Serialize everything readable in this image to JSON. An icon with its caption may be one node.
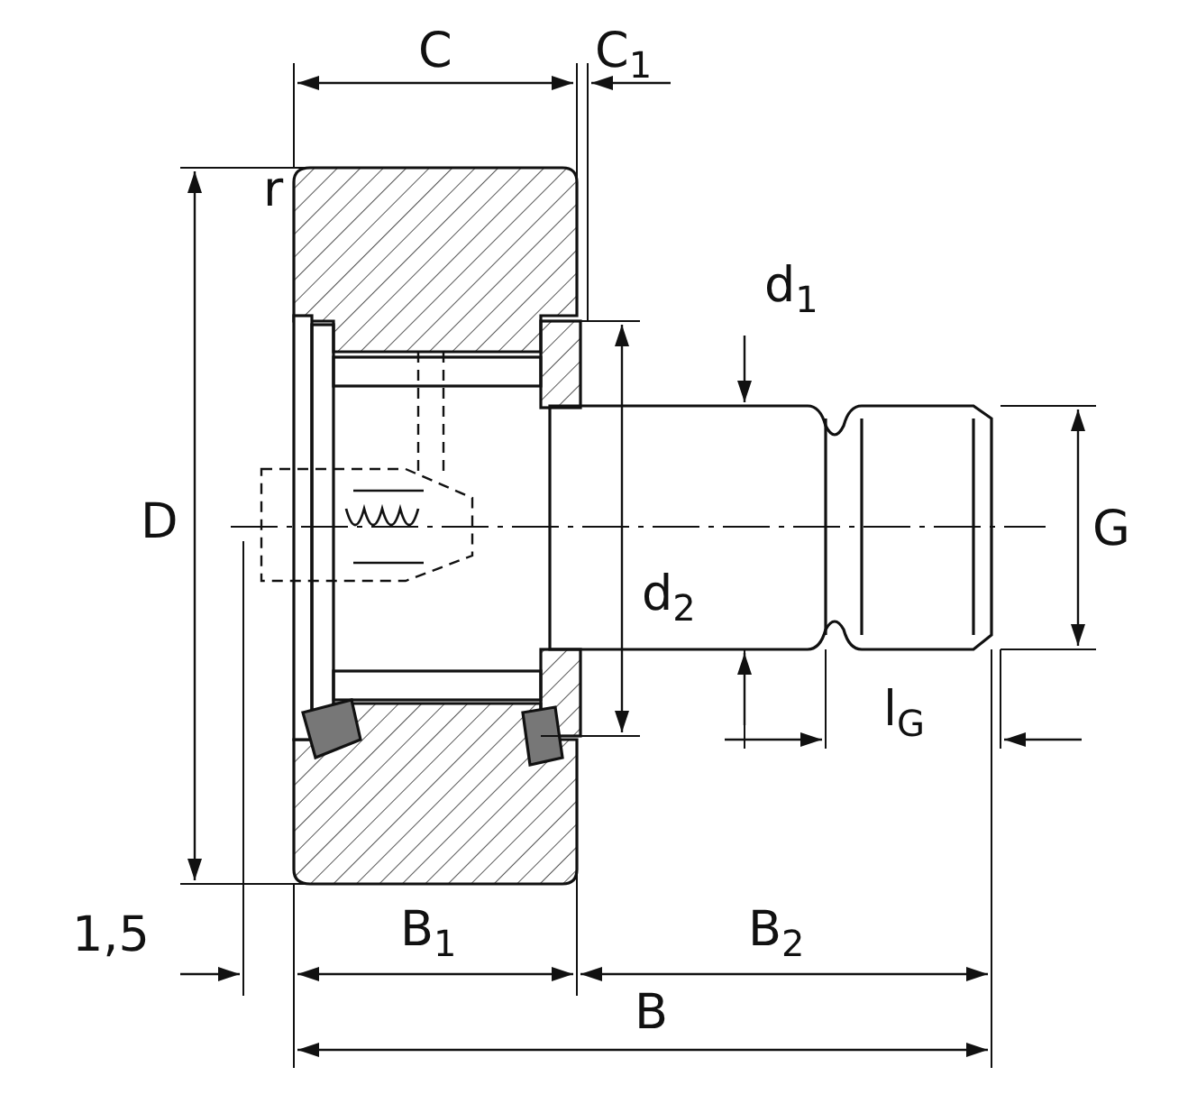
{
  "diagram": {
    "labels": [
      "C",
      "C$_{1}$",
      "r",
      "D",
      "d$_{1}$",
      "d$_{2}$",
      "G",
      "l$_{G}$",
      "1,5",
      "B$_{1}$",
      "B$_{2}$",
      "B"
    ]
  }
}
